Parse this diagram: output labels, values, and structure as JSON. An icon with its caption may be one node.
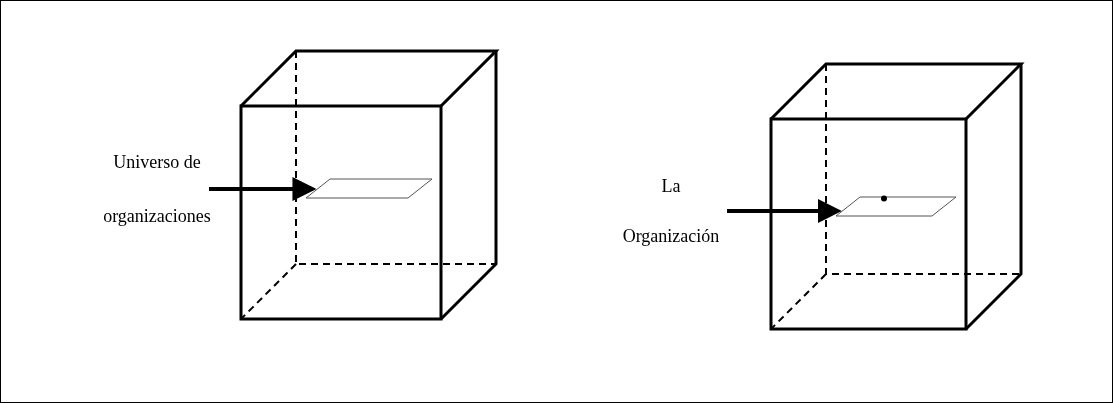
{
  "diagram": {
    "nodes": [
      {
        "text": [
          "Universo de organizaciones"
        ]
      },
      {
        "text": [],
        "shape": "parallelogram"
      },
      {
        "text": [
          "La Organización"
        ]
      },
      {
        "text": [],
        "shape": "parallelogram"
      }
    ],
    "edges": [
      {
        "from": 0,
        "to": 1,
        "arrow": "to"
      },
      {
        "from": 2,
        "to": 3,
        "arrow": "to"
      }
    ]
  }
}
